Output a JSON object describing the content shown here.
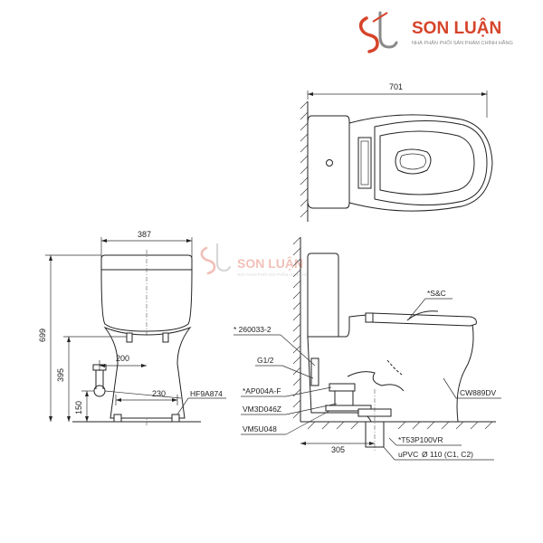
{
  "brand": {
    "name": "SON LUẬN",
    "tagline": "NHÀ PHÂN PHỐI SẢN PHẨM CHÍNH HÃNG",
    "color": "#d6442a"
  },
  "watermark": {
    "name": "SON LUẬN",
    "tagline": "NHÀ PHÂN PHỐI SẢN PHẨM CHÍNH HÃNG"
  },
  "top_view": {
    "width_dim": "701"
  },
  "front_view": {
    "width_dim": "387",
    "height_dim": "699",
    "rough_in_height": "395",
    "low_height": "150",
    "span_200": "200",
    "span_230": "230",
    "fitting_label": "HF9A874"
  },
  "side_view": {
    "rough_in_depth": "305",
    "labels": {
      "seat": "*S&C",
      "part_260033": "* 260033-2",
      "thread": "G1/2",
      "ap004": "*AP004A-F",
      "vm3": "VM3D046Z",
      "vm5": "VM5U048",
      "t53": "*T53P100VR",
      "upvc": "uPVC",
      "pipe_size": "Ø 110 (C1, C2)",
      "body": "CW889DV"
    }
  }
}
